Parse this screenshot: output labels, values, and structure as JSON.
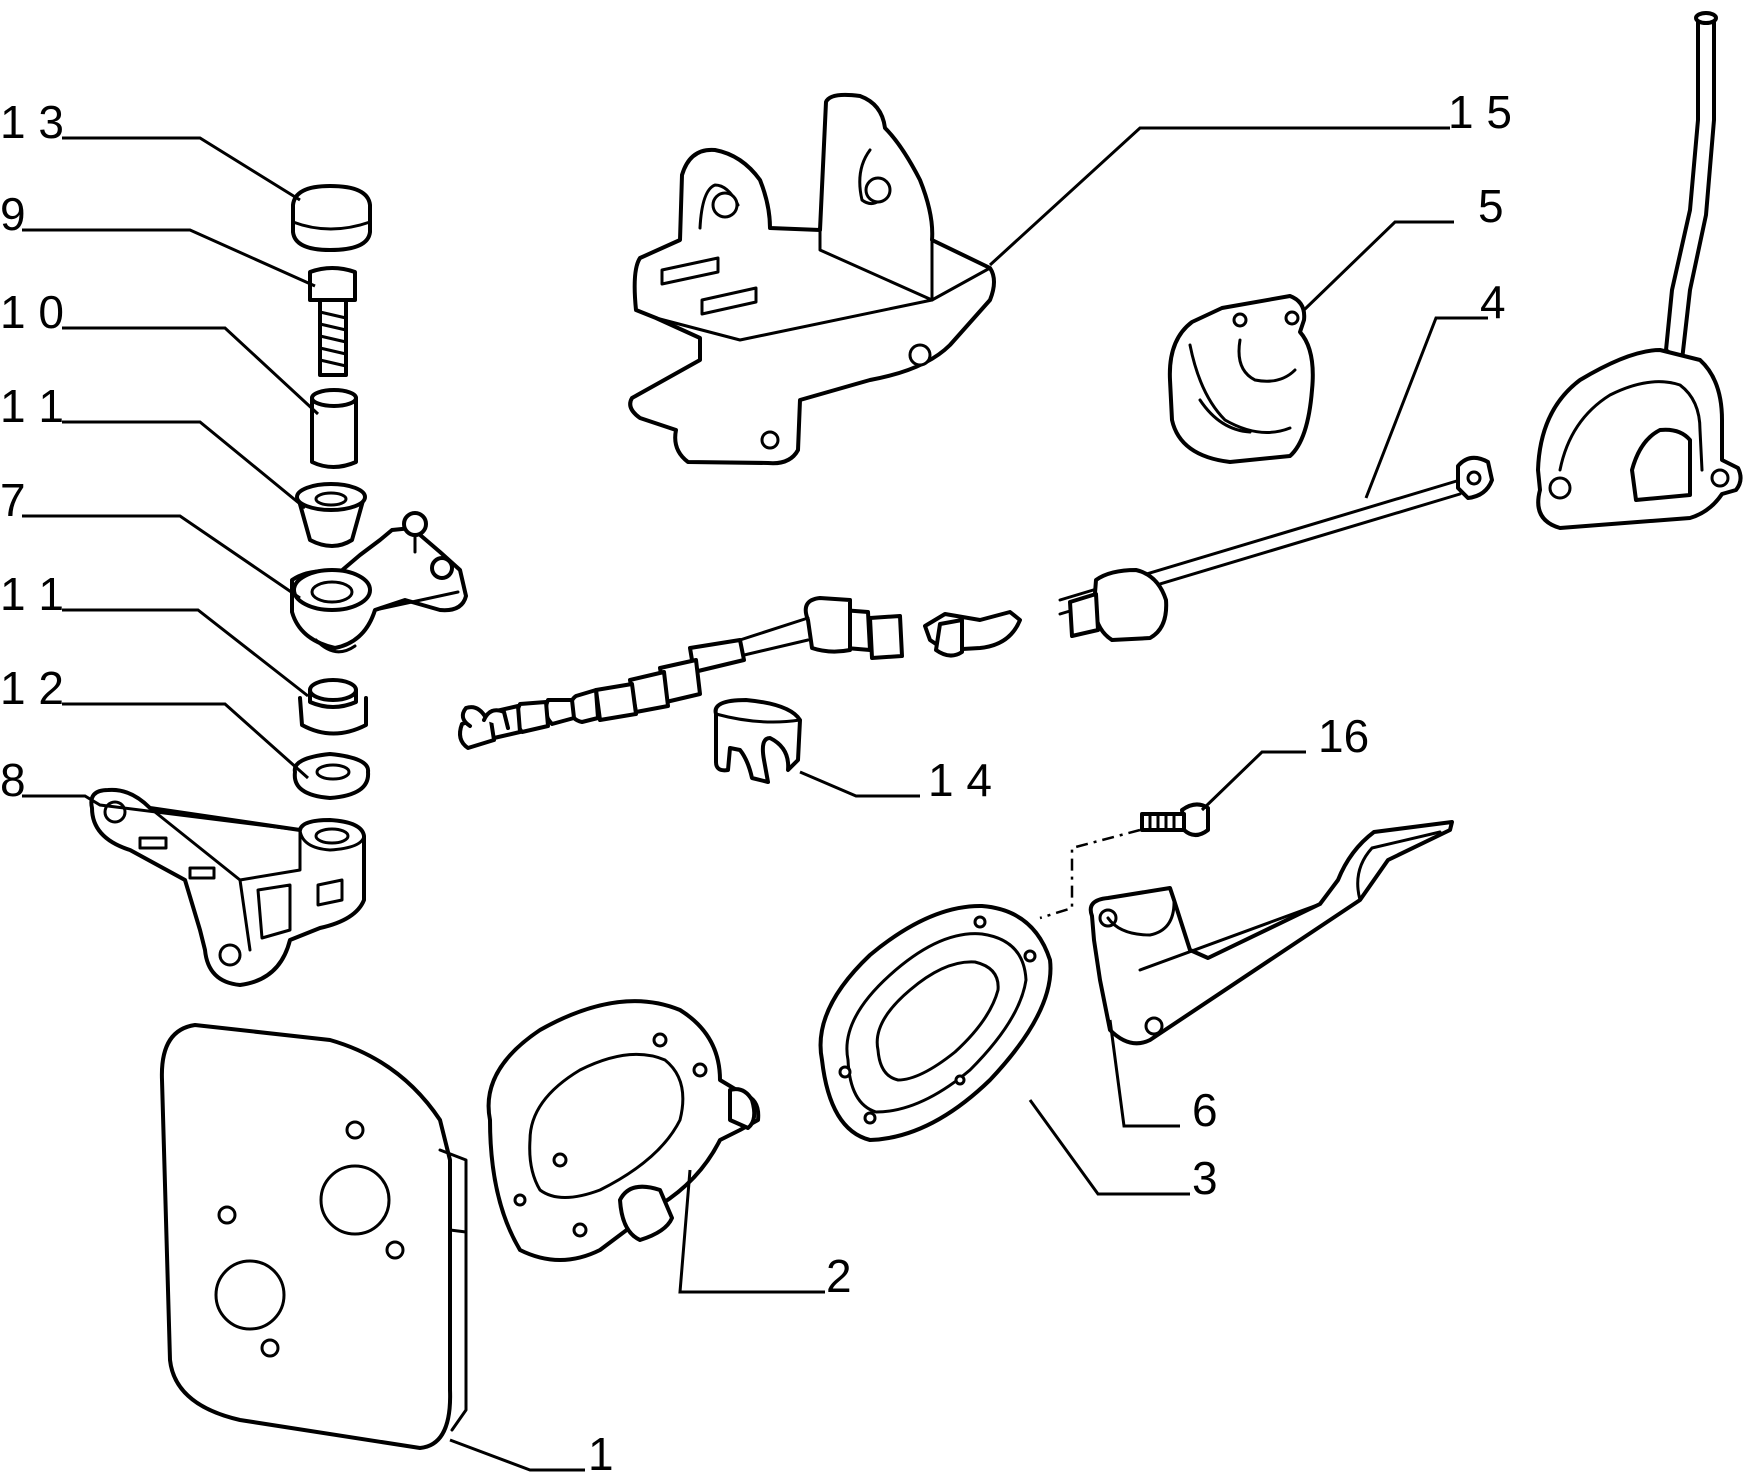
{
  "diagram": {
    "callouts": {
      "p1": "1",
      "p2": "2",
      "p3": "3",
      "p4": "4",
      "p5": "5",
      "p6": "6",
      "p7": "7",
      "p8": "8",
      "p9": "9",
      "p10": "1 0",
      "p11a": "1 1",
      "p11b": "1 1",
      "p12": "1 2",
      "p13": "1 3",
      "p14": "1 4",
      "p15": "1 5",
      "p16": "16"
    }
  }
}
